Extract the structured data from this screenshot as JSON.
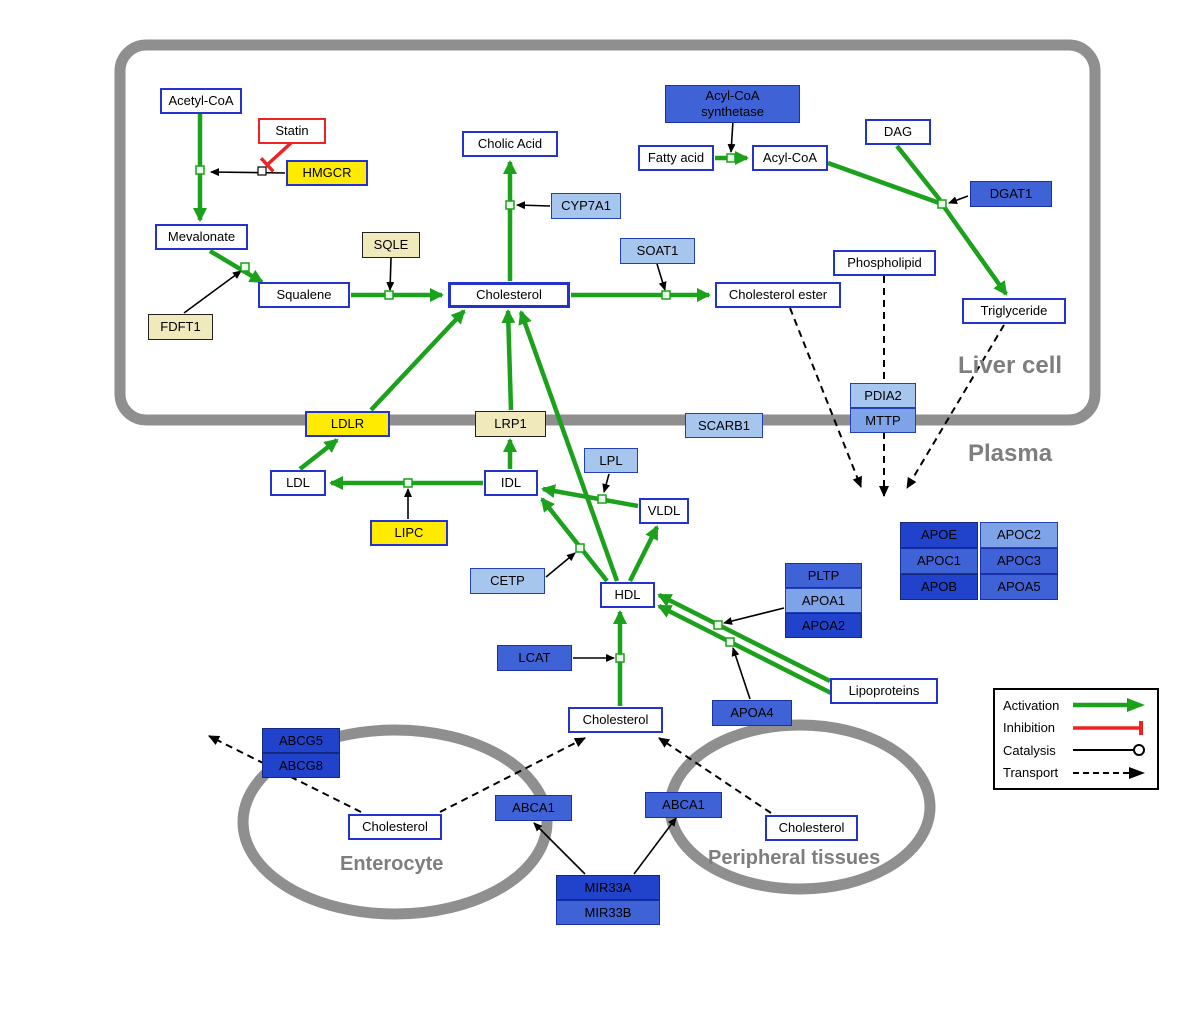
{
  "compartments": {
    "liver": "Liver cell",
    "plasma": "Plasma",
    "enterocyte": "Enterocyte",
    "peripheral": "Peripheral tissues"
  },
  "nodes": {
    "acetyl_coa": "Acetyl-CoA",
    "statin": "Statin",
    "hmgcr": "HMGCR",
    "mevalonate": "Mevalonate",
    "sqle": "SQLE",
    "fdft1": "FDFT1",
    "squalene": "Squalene",
    "cholesterol_liver": "Cholesterol",
    "cholic_acid": "Cholic Acid",
    "cyp7a1": "CYP7A1",
    "soat1": "SOAT1",
    "cholesterol_ester": "Cholesterol ester",
    "acyl_coa_synthetase": "Acyl-CoA synthetase",
    "fatty_acid": "Fatty acid",
    "acyl_coa": "Acyl-CoA",
    "dag": "DAG",
    "dgat1": "DGAT1",
    "phospholipid": "Phospholipid",
    "triglyceride": "Triglyceride",
    "pdia2": "PDIA2",
    "mttp": "MTTP",
    "scarb1": "SCARB1",
    "ldlr": "LDLR",
    "lrp1": "LRP1",
    "ldl": "LDL",
    "idl": "IDL",
    "lpl": "LPL",
    "vldl": "VLDL",
    "lipc": "LIPC",
    "cetp": "CETP",
    "hdl": "HDL",
    "lcat": "LCAT",
    "pltp": "PLTP",
    "apoa1": "APOA1",
    "apoa2": "APOA2",
    "apoa4": "APOA4",
    "lipoproteins": "Lipoproteins",
    "apoe": "APOE",
    "apoc2": "APOC2",
    "apoc1": "APOC1",
    "apoc3": "APOC3",
    "apob": "APOB",
    "apoa5": "APOA5",
    "cholesterol_plasma": "Cholesterol",
    "abcg5": "ABCG5",
    "abcg8": "ABCG8",
    "cholesterol_enterocyte": "Cholesterol",
    "abca1_enterocyte": "ABCA1",
    "abca1_peripheral": "ABCA1",
    "cholesterol_peripheral": "Cholesterol",
    "mir33a": "MIR33A",
    "mir33b": "MIR33B"
  },
  "legend": {
    "activation": "Activation",
    "inhibition": "Inhibition",
    "catalysis": "Catalysis",
    "transport": "Transport"
  },
  "colors": {
    "activation_green": "#1ba11b",
    "inhibition_red": "#ee2222",
    "membrane_gray": "#8f8f8f",
    "node_border_blue": "#2433cc",
    "highlight_yellow": "#ffeb00",
    "enzyme_cream": "#efe9bb",
    "blue_light": "#a6c6ee",
    "blue_medium": "#3f63d6",
    "blue_dark": "#2143cb"
  }
}
